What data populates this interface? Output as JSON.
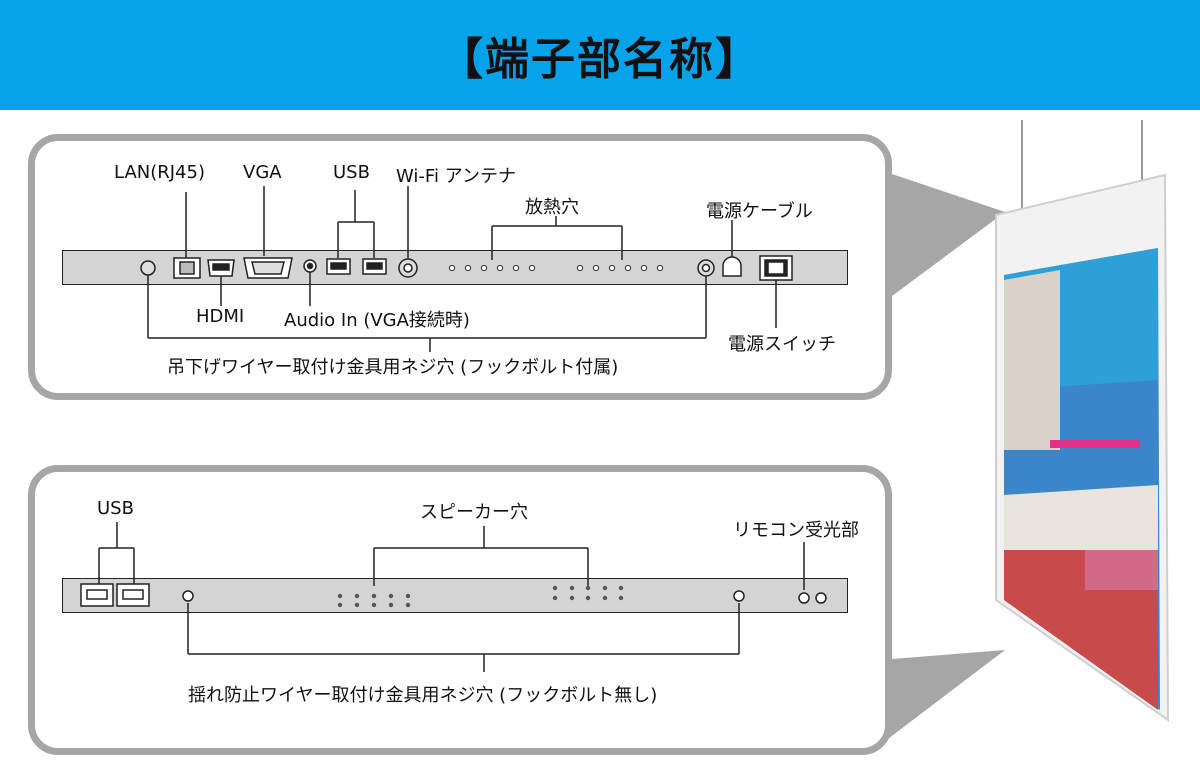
{
  "header": {
    "title": "【端子部名称】",
    "bg_color": "#06a3ea"
  },
  "top_panel": {
    "labels": {
      "lan": "LAN(RJ45)",
      "vga": "VGA",
      "usb": "USB",
      "wifi": "Wi-Fi アンテナ",
      "vent": "放熱穴",
      "power_cable": "電源ケーブル",
      "hdmi": "HDMI",
      "audio_in": "Audio In (VGA接続時)",
      "power_switch": "電源スイッチ",
      "hanging_holes": "吊下げワイヤー取付け金具用ネジ穴 (フックボルト付属)"
    }
  },
  "bottom_panel": {
    "labels": {
      "usb": "USB",
      "speaker": "スピーカー穴",
      "remote": "リモコン受光部",
      "sway_holes": "揺れ防止ワイヤー取付け金具用ネジ穴 (フックボルト無し)"
    }
  },
  "colors": {
    "panel_border": "#a6a6a6",
    "strip_fill": "#d4d4d4",
    "frame": "#f2f2f2"
  }
}
